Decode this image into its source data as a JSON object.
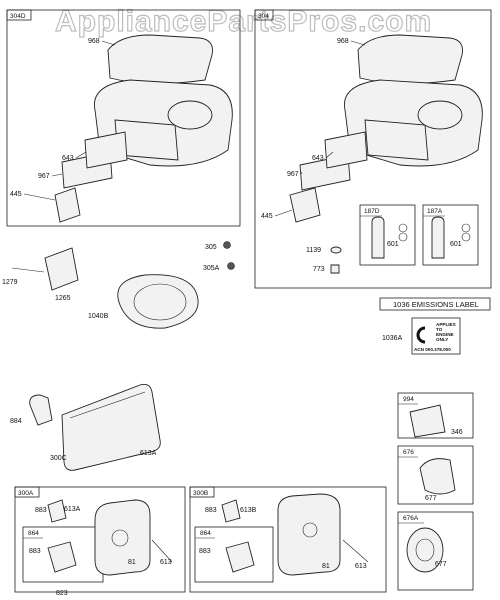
{
  "watermark": "AppliancePartsPros.com",
  "groups": {
    "g304D": "304D",
    "g304": "304",
    "g187D": "187D",
    "g187A": "187A",
    "g994": "994",
    "g676": "676",
    "g676A": "676A",
    "g300A": "300A",
    "g300B": "300B",
    "g864a": "864",
    "g864b": "864"
  },
  "emissions": {
    "title": "1036 EMISSIONS LABEL",
    "part": "1036A",
    "line1": "APPLIES",
    "line2": "TO",
    "line3": "ENGINE",
    "line4": "ONLY",
    "code": "ACN 000.378.000"
  },
  "labels": {
    "p968a": "968",
    "p643a": "643",
    "p967a": "967",
    "p445a": "445",
    "p968b": "968",
    "p643b": "643",
    "p967b": "967",
    "p445b": "445",
    "p601a": "601",
    "p601b": "601",
    "p1139": "1139",
    "p773": "773",
    "p305": "305",
    "p305A": "305A",
    "p1279": "1279",
    "p1265": "1265",
    "p1040B": "1040B",
    "p884": "884",
    "p300C": "300C",
    "p613A": "613A",
    "p346": "346",
    "p677a": "677",
    "p677b": "677",
    "p883a": "883",
    "p613Aa": "613A",
    "p883b": "883",
    "p81a": "81",
    "p613a": "613",
    "p823": "823",
    "p883c": "883",
    "p613B": "613B",
    "p883d": "883",
    "p81b": "81",
    "p613b": "613"
  }
}
